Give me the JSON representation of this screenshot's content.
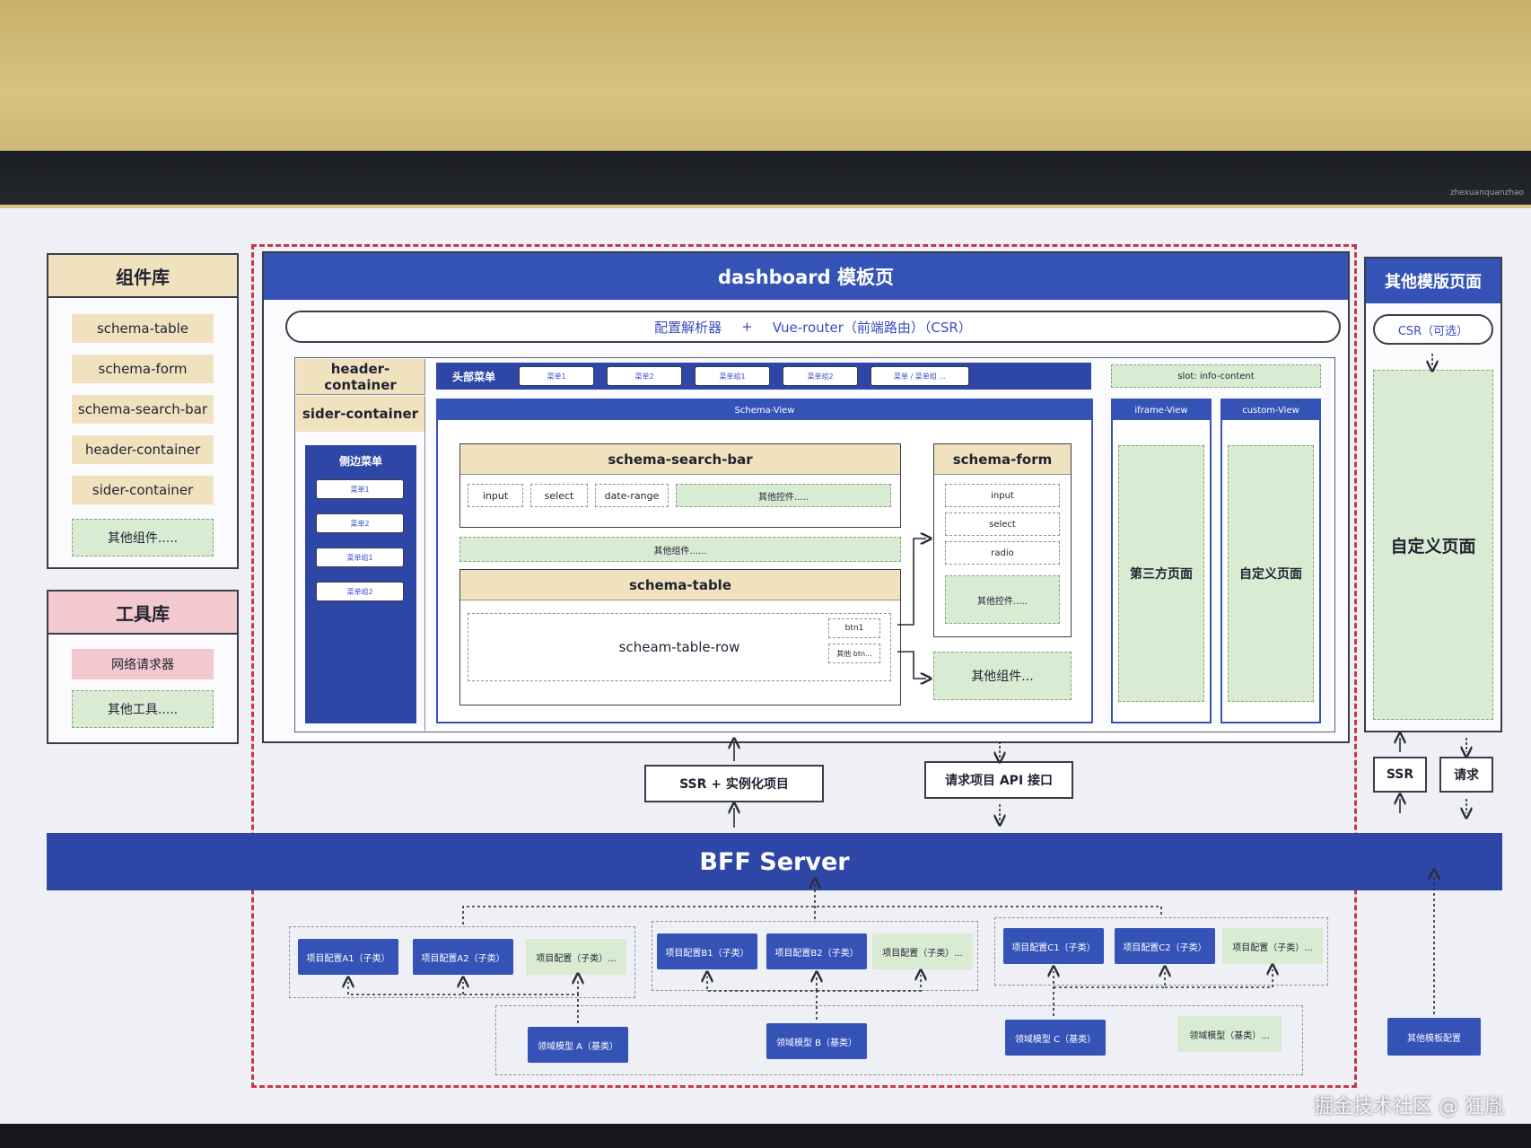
{
  "bezel": {
    "user": "zhexuanquanzhao"
  },
  "components_lib": {
    "title": "组件库",
    "items": [
      "schema-table",
      "schema-form",
      "schema-search-bar",
      "header-container",
      "sider-container"
    ],
    "other": "其他组件....."
  },
  "tools_lib": {
    "title": "工具库",
    "items": [
      "网络请求器"
    ],
    "other": "其他工具....."
  },
  "dashboard": {
    "title": "dashboard 模板页",
    "parser": "配置解析器",
    "plus": "+",
    "router": "Vue-router（前端路由）（CSR）",
    "header_container": "header-container",
    "sider_container": "sider-container",
    "top_menu": "头部菜单",
    "top_menu_items": [
      "菜单1",
      "菜单2",
      "菜单组1",
      "菜单组2",
      "菜单 / 菜单组 ..."
    ],
    "slot_info": "slot: info-content",
    "side_menu": "侧边菜单",
    "side_menu_items": [
      "菜单1",
      "菜单2",
      "菜单组1",
      "菜单组2"
    ],
    "schema_view": "Schema-View",
    "iframe_view": "iframe-View",
    "custom_view": "custom-View",
    "third_party": "第三方页面",
    "custom_page": "自定义页面",
    "search_bar": "schema-search-bar",
    "search_fields": [
      "input",
      "select",
      "date-range"
    ],
    "search_other": "其他控件.....",
    "mid_other": "其他组件......",
    "schema_table": "schema-table",
    "table_row": "scheam-table-row",
    "btn1": "btn1",
    "btn_other": "其他 btn...",
    "schema_form": "schema-form",
    "form_fields": [
      "input",
      "select",
      "radio"
    ],
    "form_other": "其他控件.....",
    "other_components": "其他组件..."
  },
  "other_templates": {
    "title": "其他模版页面",
    "csr": "CSR（可选）",
    "custom_page": "自定义页面",
    "ssr": "SSR",
    "request": "请求"
  },
  "middle": {
    "ssr_instance": "SSR + 实例化项目",
    "api": "请求项目 API 接口"
  },
  "bff": {
    "title": "BFF Server"
  },
  "configs": {
    "group_a": [
      "项目配置A1（子类）",
      "项目配置A2（子类）",
      "项目配置（子类）..."
    ],
    "group_b": [
      "项目配置B1（子类）",
      "项目配置B2（子类）",
      "项目配置（子类）..."
    ],
    "group_c": [
      "项目配置C1（子类）",
      "项目配置C2（子类）",
      "项目配置（子类）..."
    ],
    "models": [
      "领域模型 A（基类）",
      "领域模型 B（基类）",
      "领域模型 C（基类）",
      "领域模型（基类）..."
    ],
    "other_template_config": "其他模板配置"
  },
  "watermark": "掘金技术社区 @ 狂胤"
}
